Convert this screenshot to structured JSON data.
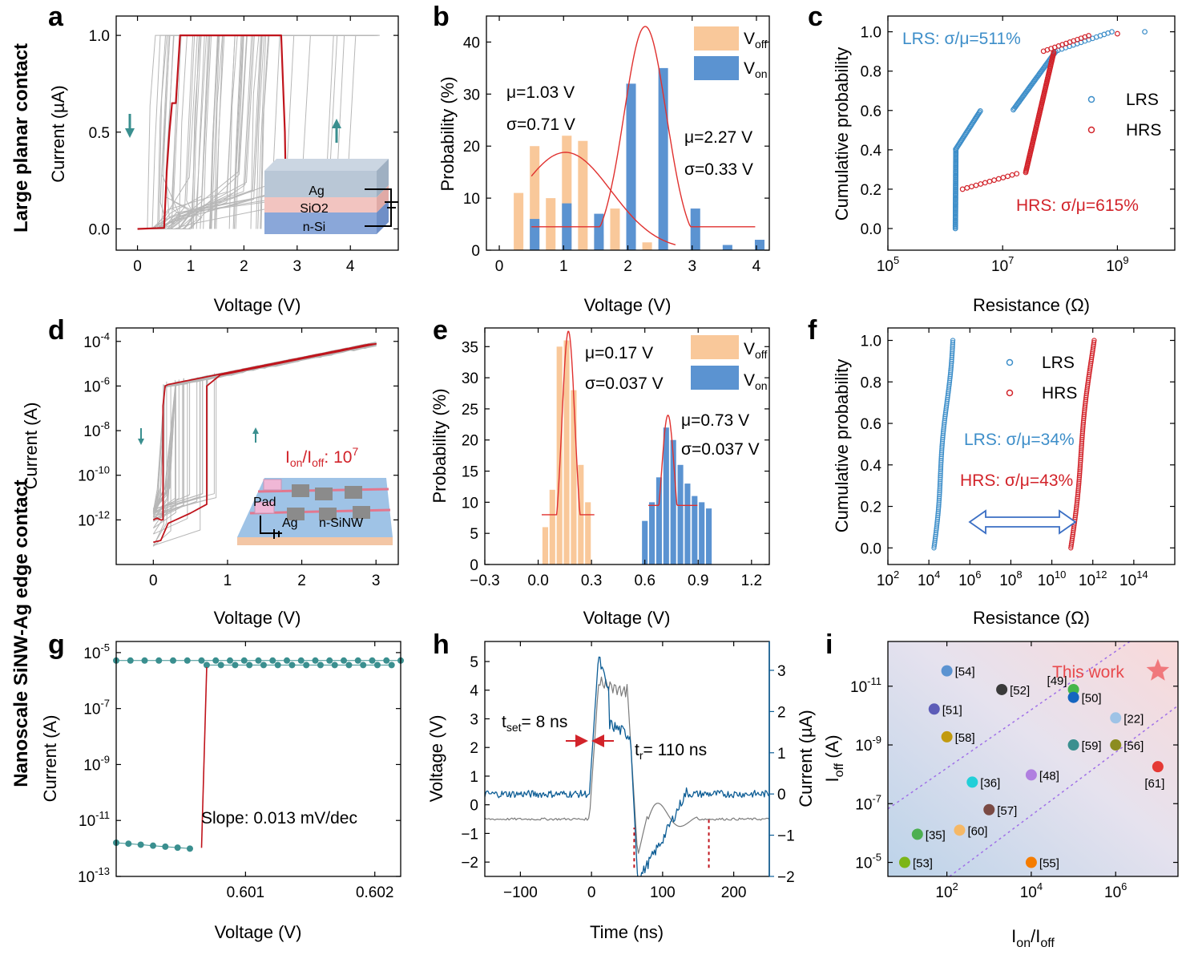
{
  "row_labels": {
    "top": "Large planar contact",
    "bottom": "Nanoscale SiNW-Ag edge contact"
  },
  "colors": {
    "gray": "#b7b7b7",
    "red": "#c0141c",
    "orange_bar": "#f9c89a",
    "blue_bar": "#5b93d1",
    "blue_mk": "#3d8ec9",
    "red_mk": "#d2232a",
    "teal": "#3a8f8f",
    "blue_wave": "#0d5d95"
  },
  "chart_data": [
    {
      "panel": "a",
      "type": "line",
      "xlabel": "Voltage (V)",
      "ylabel": "Current (µA)",
      "xlim": [
        -0.4,
        4.9
      ],
      "ylim": [
        -0.11,
        1.1
      ],
      "xticks": [
        "0",
        "1",
        "2",
        "3",
        "4"
      ],
      "yticks": [
        "0.0",
        "0.5",
        "1.0"
      ],
      "series": [
        {
          "name": "red_cycle",
          "x": [
            0,
            0.5,
            0.52,
            0.55,
            0.6,
            0.65,
            0.72,
            0.8,
            2.7,
            2.77,
            2.8
          ],
          "y": [
            0,
            0.005,
            0.12,
            0.3,
            0.5,
            0.65,
            0.65,
            1.0,
            1.0,
            0.5,
            0
          ]
        }
      ],
      "gray_curves_count": 30,
      "inset_layers": [
        "Ag",
        "SiO2",
        "n-Si"
      ]
    },
    {
      "panel": "b",
      "type": "bar",
      "xlabel": "Voltage (V)",
      "ylabel": "Probability (%)",
      "xlim": [
        -0.2,
        4.2
      ],
      "ylim": [
        0,
        45
      ],
      "xticks": [
        "0",
        "1",
        "2",
        "3",
        "4"
      ],
      "yticks": [
        "0",
        "10",
        "20",
        "30",
        "40"
      ],
      "legend": [
        "V_off",
        "V_on"
      ],
      "series": [
        {
          "name": "V_off",
          "x": [
            0.3,
            0.55,
            0.8,
            1.05,
            1.3,
            1.55,
            1.8,
            2.05,
            2.3,
            2.55
          ],
          "y": [
            11,
            20,
            10,
            22,
            21,
            3,
            8,
            4,
            1.5,
            1
          ]
        },
        {
          "name": "V_on",
          "x": [
            0.55,
            1.05,
            1.55,
            2.05,
            2.55,
            3.05,
            3.55,
            4.05
          ],
          "y": [
            6,
            9,
            7,
            32,
            35,
            8,
            1,
            2
          ]
        }
      ],
      "fits": [
        {
          "mu": 1.03,
          "sigma": 0.71,
          "peak": 18.8
        },
        {
          "mu": 2.27,
          "sigma": 0.33,
          "peak": 43
        }
      ],
      "annotations": {
        "off_mu": "μ=1.03 V",
        "off_sigma": "σ=0.71 V",
        "on_mu": "μ=2.27 V",
        "on_sigma": "σ=0.33 V"
      }
    },
    {
      "panel": "c",
      "type": "scatter",
      "xscale": "log",
      "xlabel": "Resistance (Ω)",
      "ylabel": "Cumulative probability",
      "xlim": [
        100000,
        10000000000
      ],
      "ylim": [
        -0.11,
        1.08
      ],
      "xticks": [
        "10^5",
        "10^7",
        "10^9"
      ],
      "yticks": [
        "0.0",
        "0.2",
        "0.4",
        "0.6",
        "0.8",
        "1.0"
      ],
      "legend": [
        "LRS",
        "HRS"
      ],
      "annotations": {
        "lrs": "LRS: σ/μ=511%",
        "hrs": "HRS: σ/μ=615%"
      }
    },
    {
      "panel": "d",
      "type": "line",
      "yscale": "log",
      "xlabel": "Voltage (V)",
      "ylabel": "Current (A)",
      "xlim": [
        -0.5,
        3.3
      ],
      "ylim": [
        1e-14,
        0.0004
      ],
      "xticks": [
        "0",
        "1",
        "2",
        "3"
      ],
      "yticks": [
        "10^-4",
        "10^-6",
        "10^-8",
        "10^-10",
        "10^-12"
      ],
      "annotation": "I_on/I_off: 10^7",
      "inset_labels": [
        "Pad",
        "Ag",
        "n-SiNW"
      ]
    },
    {
      "panel": "e",
      "type": "bar",
      "xlabel": "Voltage (V)",
      "ylabel": "Probability (%)",
      "xlim": [
        -0.3,
        1.3
      ],
      "ylim": [
        0,
        38
      ],
      "xticks": [
        "−0.3",
        "0.0",
        "0.3",
        "0.6",
        "0.9",
        "1.2"
      ],
      "yticks": [
        "0",
        "5",
        "10",
        "15",
        "20",
        "25",
        "30",
        "35"
      ],
      "legend": [
        "V_off",
        "V_on"
      ],
      "series": [
        {
          "name": "V_off",
          "x": [
            0.04,
            0.08,
            0.12,
            0.16,
            0.2,
            0.24,
            0.28
          ],
          "y": [
            6,
            12,
            35,
            36,
            28,
            16,
            10
          ]
        },
        {
          "name": "V_on",
          "x": [
            0.6,
            0.64,
            0.68,
            0.72,
            0.76,
            0.8,
            0.84,
            0.88,
            0.92,
            0.96
          ],
          "y": [
            7,
            10,
            14,
            22,
            20,
            16,
            13,
            11,
            10,
            9
          ]
        }
      ],
      "fits": [
        {
          "mu": 0.17,
          "sigma": 0.037,
          "peak": 37.5
        },
        {
          "mu": 0.73,
          "sigma": 0.037,
          "peak": 24
        }
      ],
      "annotations": {
        "off_mu": "μ=0.17 V",
        "off_sigma": "σ=0.037 V",
        "on_mu": "μ=0.73 V",
        "on_sigma": "σ=0.037 V"
      }
    },
    {
      "panel": "f",
      "type": "scatter",
      "xscale": "log",
      "xlabel": "Resistance (Ω)",
      "ylabel": "Cumulative probability",
      "xlim": [
        100,
        10000000000000000
      ],
      "ylim": [
        -0.08,
        1.06
      ],
      "xticks": [
        "10^2",
        "10^4",
        "10^6",
        "10^8",
        "10^10",
        "10^12",
        "10^14"
      ],
      "yticks": [
        "0.0",
        "0.2",
        "0.4",
        "0.6",
        "0.8",
        "1.0"
      ],
      "legend": [
        "LRS",
        "HRS"
      ],
      "annotations": {
        "lrs": "LRS: σ/μ=34%",
        "hrs": "HRS: σ/μ=43%"
      }
    },
    {
      "panel": "g",
      "type": "scatter",
      "yscale": "log",
      "xlabel": "Voltage (V)",
      "ylabel": "Current (A)",
      "xlim": [
        0.6,
        0.6022
      ],
      "ylim": [
        1e-13,
        2.5e-05
      ],
      "xticks": [
        "0.601",
        "0.602"
      ],
      "yticks": [
        "10^-5",
        "10^-7",
        "10^-9",
        "10^-11",
        "10^-13"
      ],
      "annotation": "Slope: 0.013 mV/dec",
      "transition": {
        "v_low": 0.60066,
        "i_low": 1.05e-12,
        "v_high": 0.6007,
        "i_high": 3e-06
      }
    },
    {
      "panel": "h",
      "type": "line",
      "xlabel": "Time (ns)",
      "ylabel_left": "Voltage (V)",
      "ylabel_right": "Current (µA)",
      "xlim": [
        -150,
        250
      ],
      "ylim_left": [
        -2.5,
        5.7
      ],
      "ylim_right": [
        -2,
        3.7
      ],
      "xticks": [
        "−100",
        "0",
        "100",
        "200"
      ],
      "yticks_left": [
        "−2",
        "−1",
        "0",
        "1",
        "2",
        "3",
        "4",
        "5"
      ],
      "yticks_right": [
        "−2",
        "−1",
        "0",
        "1",
        "2",
        "3"
      ],
      "annotations": {
        "tset_label": "t",
        "tset_sub": "set",
        "tset_val": "= 8 ns",
        "tr_label": "t",
        "tr_sub": "r",
        "tr_val": "= 110 ns"
      }
    },
    {
      "panel": "i",
      "type": "scatter",
      "xscale": "log",
      "yscale": "log_inverted",
      "xlabel": "I_on/I_off",
      "ylabel": "I_off (A)",
      "xlim": [
        4,
        30000000
      ],
      "ylim": [
        3e-05,
        3e-13
      ],
      "xticks": [
        "10^2",
        "10^4",
        "10^6"
      ],
      "yticks": [
        "10^-11",
        "10^-9",
        "10^-7",
        "10^-5"
      ],
      "this_work": {
        "label": "This work",
        "x": 10000000,
        "y": 3e-12
      },
      "points": [
        {
          "label": "[54]",
          "x": 100,
          "y": 3e-12,
          "color": "#5b93d1"
        },
        {
          "label": "[52]",
          "x": 2000,
          "y": 1.3e-11,
          "color": "#3a3a3a"
        },
        {
          "label": "[49]",
          "x": 100000,
          "y": 1.3e-11,
          "color": "#45b649"
        },
        {
          "label": "[50]",
          "x": 100000,
          "y": 2.4e-11,
          "color": "#1565c0"
        },
        {
          "label": "[51]",
          "x": 50,
          "y": 6e-11,
          "color": "#5c5cb8"
        },
        {
          "label": "[22]",
          "x": 1000000,
          "y": 1.2e-10,
          "color": "#9ec3e6"
        },
        {
          "label": "[58]",
          "x": 100,
          "y": 5.3e-10,
          "color": "#c19a0e"
        },
        {
          "label": "[59]",
          "x": 100000,
          "y": 1e-09,
          "color": "#3a8f8f"
        },
        {
          "label": "[56]",
          "x": 1000000,
          "y": 1e-09,
          "color": "#8c8c20"
        },
        {
          "label": "[61]",
          "x": 10000000,
          "y": 5.5e-09,
          "color": "#e53935"
        },
        {
          "label": "[48]",
          "x": 10000,
          "y": 1.05e-08,
          "color": "#b07fe0"
        },
        {
          "label": "[36]",
          "x": 400,
          "y": 1.85e-08,
          "color": "#22cfd8"
        },
        {
          "label": "[57]",
          "x": 1000,
          "y": 1.6e-07,
          "color": "#7a4a44"
        },
        {
          "label": "[60]",
          "x": 200,
          "y": 8e-07,
          "color": "#f5b866"
        },
        {
          "label": "[35]",
          "x": 20,
          "y": 1.1e-06,
          "color": "#4caf50"
        },
        {
          "label": "[53]",
          "x": 10,
          "y": 1e-05,
          "color": "#7cb518"
        },
        {
          "label": "[55]",
          "x": 10000,
          "y": 1e-05,
          "color": "#f57c00"
        }
      ]
    }
  ]
}
